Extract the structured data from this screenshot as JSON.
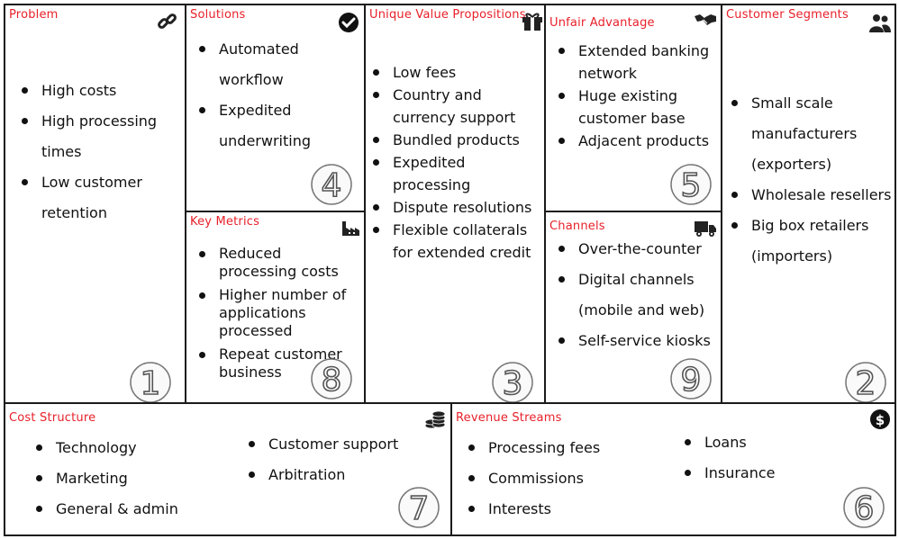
{
  "problem": {
    "title": "Problem",
    "items": [
      "High costs",
      "High processing times",
      "Low customer retention"
    ],
    "number": "1",
    "icon": "link-icon"
  },
  "solutions": {
    "title": "Solutions",
    "items": [
      "Automated workflow",
      "Expedited underwriting"
    ],
    "number": "4",
    "icon": "checkmark-circle-icon"
  },
  "key_metrics": {
    "title": "Key Metrics",
    "items": [
      "Reduced processing costs",
      "Higher number of applications processed",
      "Repeat customer business"
    ],
    "number": "8",
    "icon": "factory-icon"
  },
  "uvp": {
    "title": "Unique Value Propositions",
    "items": [
      "Low fees",
      "Country and currency support",
      "Bundled products",
      "Expedited processing",
      "Dispute resolutions",
      "Flexible collaterals for extended credit"
    ],
    "number": "3",
    "icon": "gift-icon"
  },
  "unfair_advantage": {
    "title": "Unfair Advantage",
    "items": [
      "Extended banking network",
      "Huge existing customer base",
      "Adjacent products"
    ],
    "number": "5",
    "icon": "handshake-icon"
  },
  "channels": {
    "title": "Channels",
    "items": [
      "Over-the-counter",
      "Digital channels (mobile and web)",
      "Self-service kiosks"
    ],
    "number": "9",
    "icon": "truck-icon"
  },
  "customer_segments": {
    "title": "Customer Segments",
    "items": [
      "Small scale manufacturers (exporters)",
      "Wholesale resellers",
      "Big box retailers (importers)"
    ],
    "number": "2",
    "icon": "users-icon"
  },
  "cost_structure": {
    "title": "Cost Structure",
    "items_left": [
      "Technology",
      "Marketing",
      "General & admin"
    ],
    "items_right": [
      "Customer support",
      "Arbitration"
    ],
    "number": "7",
    "icon": "coins-icon"
  },
  "revenue_streams": {
    "title": "Revenue Streams",
    "items_left": [
      "Processing fees",
      "Commissions",
      "Interests"
    ],
    "items_right": [
      "Loans",
      "Insurance"
    ],
    "number": "6",
    "icon": "dollar-icon"
  }
}
